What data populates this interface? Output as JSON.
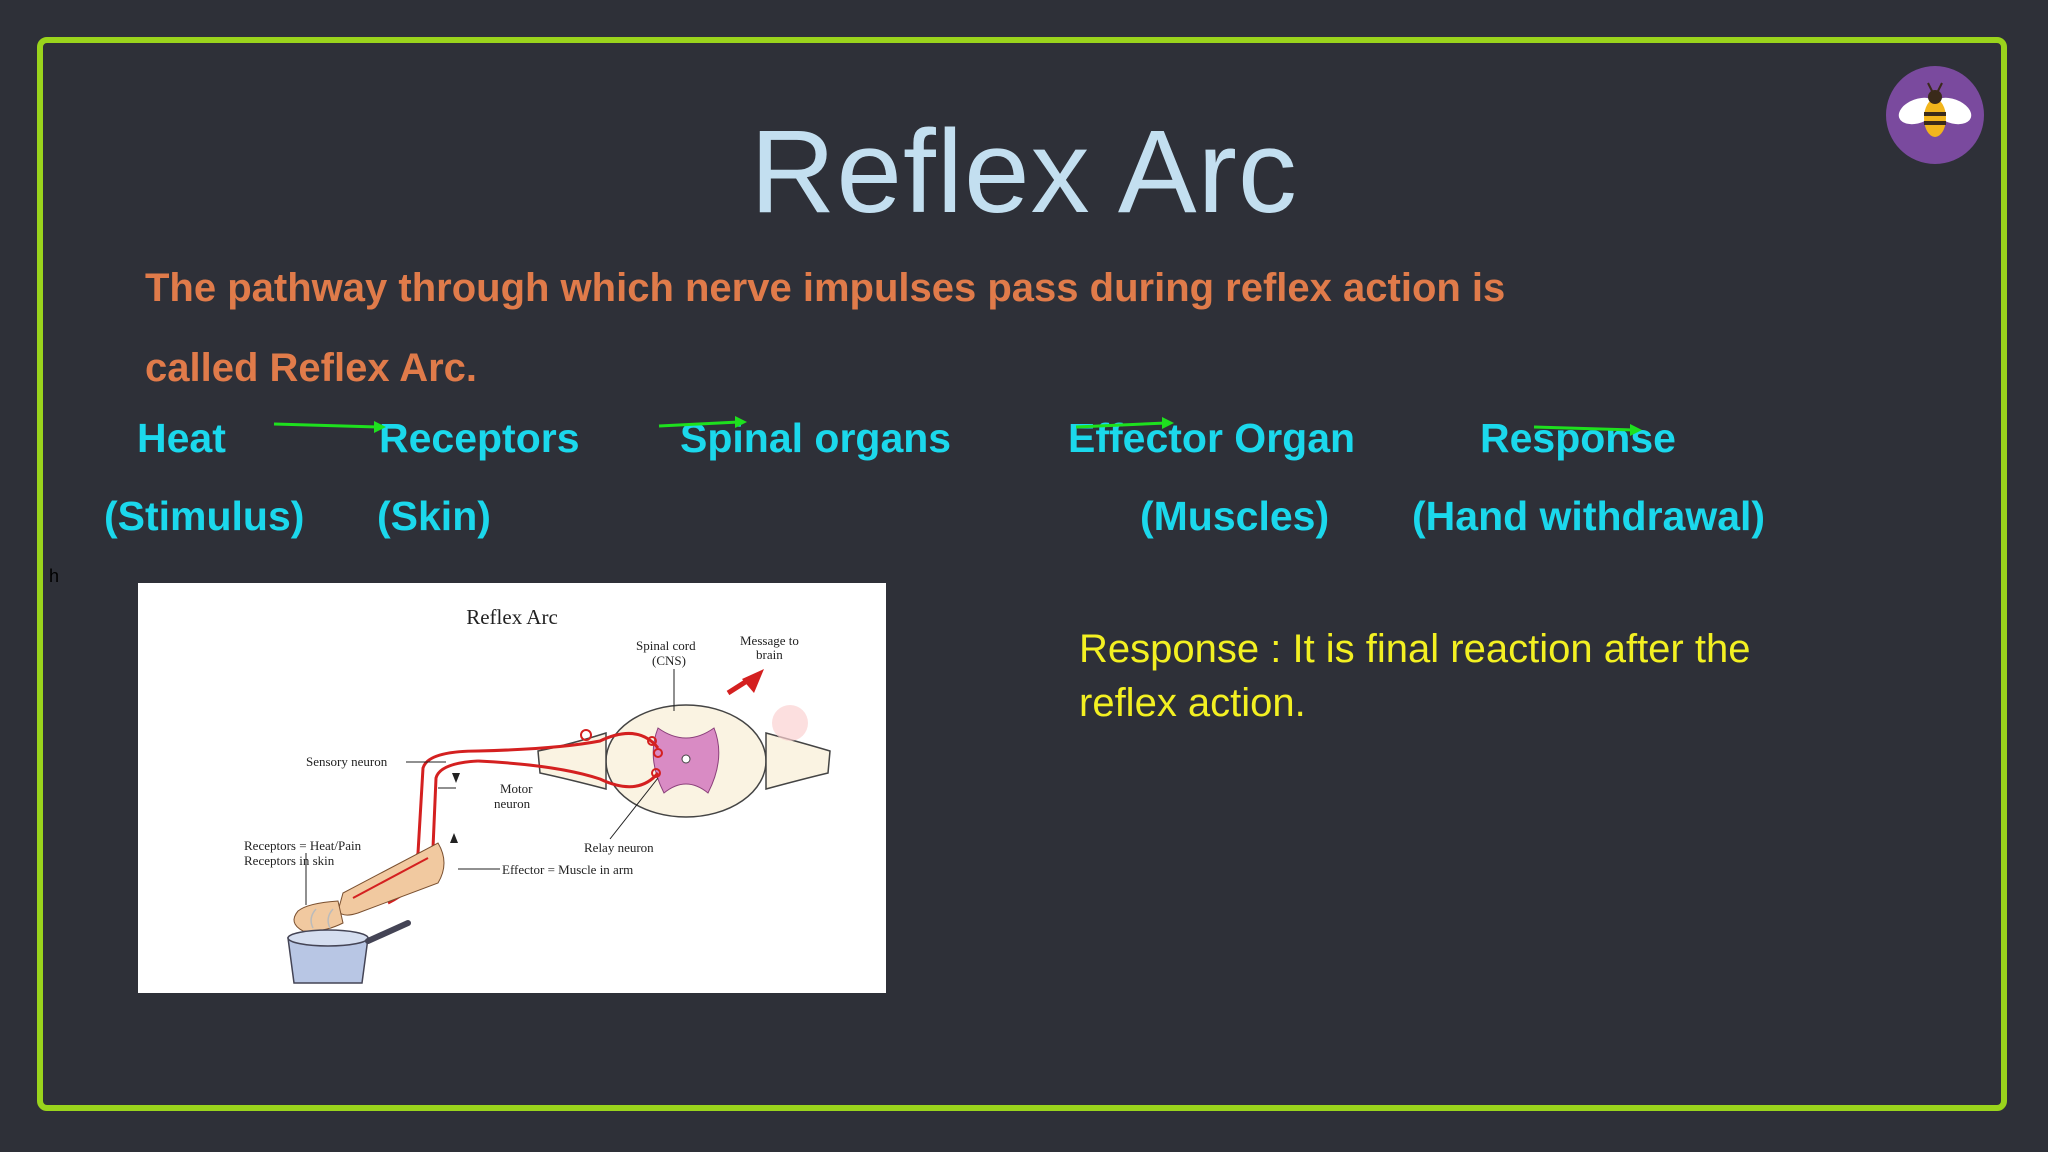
{
  "slide": {
    "title": "Reflex Arc",
    "definition": "The pathway through which nerve impulses pass during reflex action is called Reflex Arc.",
    "stray_text": "h",
    "steps": [
      {
        "label": "Heat",
        "sub": "(Stimulus)"
      },
      {
        "label": "Receptors",
        "sub": "(Skin)"
      },
      {
        "label": "Spinal organs",
        "sub": ""
      },
      {
        "label": "Effector Organ",
        "sub": "(Muscles)"
      },
      {
        "label": "Response",
        "sub": "(Hand withdrawal)"
      }
    ],
    "response_note": "Response : It is final reaction after the reflex action."
  },
  "diagram": {
    "title": "Reflex Arc",
    "labels": {
      "spinal_cord": "Spinal cord",
      "cns": "(CNS)",
      "message_1": "Message to",
      "message_2": "brain",
      "sensory": "Sensory neuron",
      "motor_1": "Motor",
      "motor_2": "neuron",
      "receptors_1": "Receptors = Heat/Pain",
      "receptors_2": "Receptors in skin",
      "relay": "Relay neuron",
      "effector": "Effector = Muscle in arm"
    }
  },
  "colors": {
    "frame": "#9ad41c",
    "title": "#c3dff0",
    "definition": "#e07b4a",
    "steps": "#1bd8ec",
    "arrows": "#1ee01e",
    "note": "#f3f022",
    "logo_bg": "#7a4a9e"
  },
  "icons": {
    "logo": "bee-icon"
  }
}
